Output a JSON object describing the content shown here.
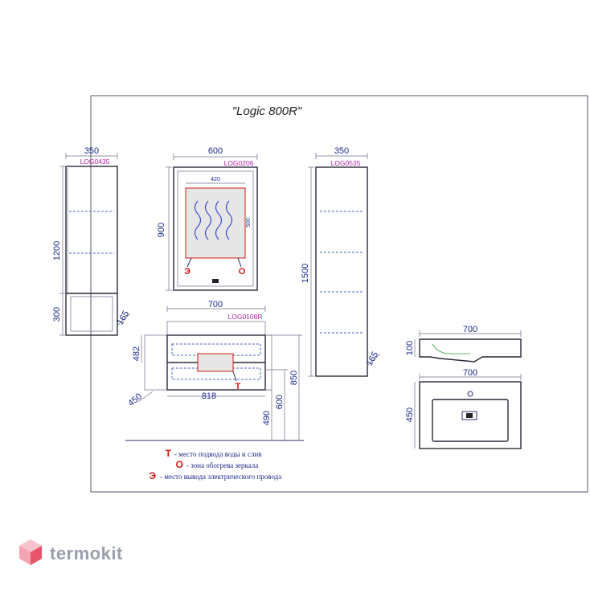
{
  "title": "\"Logic 800R\"",
  "tall_cabinet": {
    "code": "LOG0435",
    "width": "350",
    "height_main": "1200",
    "height_base": "300",
    "depth": "165"
  },
  "mirror": {
    "code": "LOG0206",
    "width": "600",
    "height": "900",
    "zone_width": "420",
    "zone_height": "500",
    "mark_e": "Э",
    "mark_o": "О"
  },
  "column": {
    "code": "LOG0535",
    "width": "350",
    "height": "1500",
    "depth": "165"
  },
  "vanity": {
    "code": "LOG0108R",
    "width": "700",
    "height": "482",
    "depth": "450",
    "inner_width": "818",
    "h1": "490",
    "h2": "600",
    "h3": "850",
    "mark_t": "Т"
  },
  "basin_side": {
    "width": "700",
    "height": "100"
  },
  "basin_top": {
    "width": "700",
    "depth": "450"
  },
  "legend": [
    {
      "key": "Т",
      "text": "- место подвода воды и слив"
    },
    {
      "key": "О",
      "text": "- зона обогрева зеркала"
    },
    {
      "key": "Э",
      "text": "- место вывода электрического провода"
    }
  ],
  "brand": "termokit",
  "colors": {
    "dim": "#1b2a8a",
    "code": "#b01fa8",
    "mark": "#d01818",
    "logo": "#e8556b"
  }
}
